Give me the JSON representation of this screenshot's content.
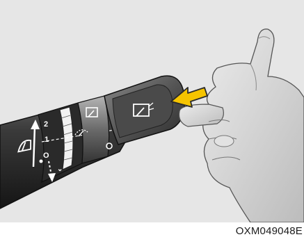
{
  "image_code": "OXM049048E",
  "lever": {
    "speed_mark_2": "2",
    "speed_mark_1": "1",
    "off_mark": "O"
  },
  "icons": {
    "front_wiper": "front-wiper-icon",
    "rear_wiper": "rear-wiper-icon",
    "rear_washer": "rear-washer-icon",
    "arrow": "push-arrow-icon",
    "hand": "hand-icon"
  },
  "colors": {
    "background": "#e6e6e6",
    "lever_body": "#3a3a3a",
    "arrow_fill": "#f5c400",
    "arrow_stroke": "#2a2a2a",
    "hand_fill": "#d0d0d0"
  }
}
